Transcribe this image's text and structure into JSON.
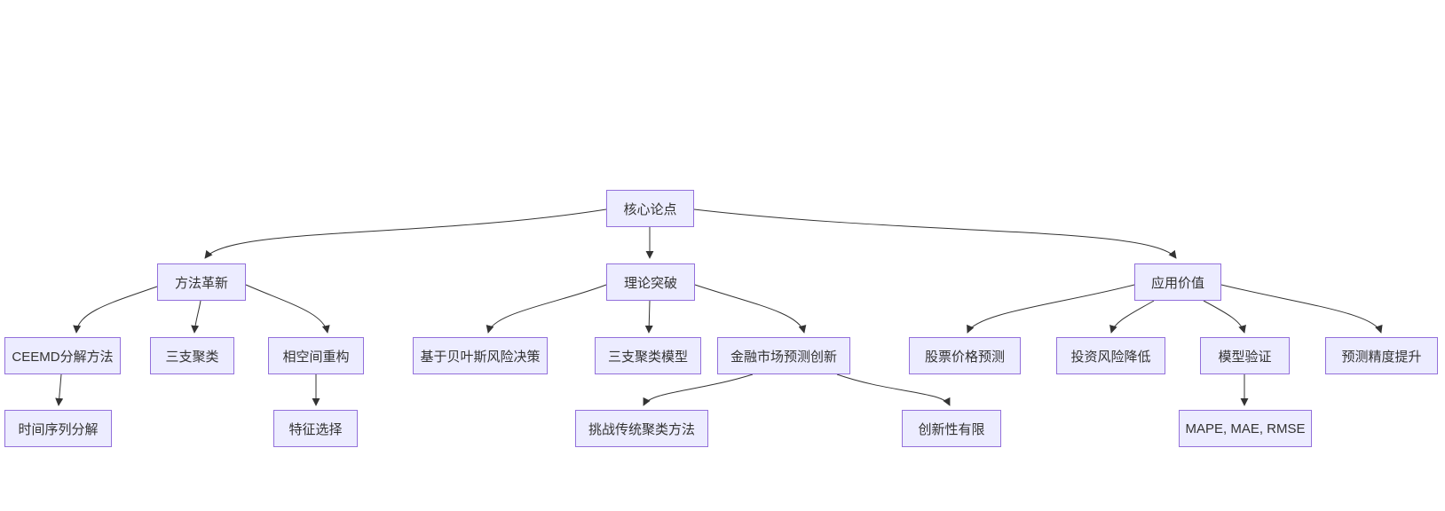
{
  "diagram": {
    "type": "flowchart",
    "direction": "top-down",
    "background_color": "#ffffff",
    "node_fill_color": "#ECECFF",
    "node_border_color": "#9370DB",
    "edge_color": "#333333",
    "text_color": "#333333",
    "nodes": [
      {
        "id": "core-thesis",
        "label": "核心论点"
      },
      {
        "id": "method-innovation",
        "label": "方法革新"
      },
      {
        "id": "theory-breakthrough",
        "label": "理论突破"
      },
      {
        "id": "application-value",
        "label": "应用价值"
      },
      {
        "id": "ceemd-decomposition",
        "label": "CEEMD分解方法"
      },
      {
        "id": "three-way-clustering",
        "label": "三支聚类"
      },
      {
        "id": "phase-space-reconstruction",
        "label": "相空间重构"
      },
      {
        "id": "bayesian-risk-decision",
        "label": "基于贝叶斯风险决策"
      },
      {
        "id": "three-way-clustering-model",
        "label": "三支聚类模型"
      },
      {
        "id": "financial-market-prediction-innovation",
        "label": "金融市场预测创新"
      },
      {
        "id": "stock-price-prediction",
        "label": "股票价格预测"
      },
      {
        "id": "investment-risk-reduction",
        "label": "投资风险降低"
      },
      {
        "id": "model-validation",
        "label": "模型验证"
      },
      {
        "id": "prediction-accuracy-improvement",
        "label": "预测精度提升"
      },
      {
        "id": "time-series-decomposition",
        "label": "时间序列分解"
      },
      {
        "id": "feature-selection",
        "label": "特征选择"
      },
      {
        "id": "challenge-traditional-clustering",
        "label": "挑战传统聚类方法"
      },
      {
        "id": "limited-innovation",
        "label": "创新性有限"
      },
      {
        "id": "evaluation-metrics",
        "label": "MAPE, MAE, RMSE"
      }
    ],
    "edges": [
      {
        "from": "core-thesis",
        "to": "method-innovation"
      },
      {
        "from": "core-thesis",
        "to": "theory-breakthrough"
      },
      {
        "from": "core-thesis",
        "to": "application-value"
      },
      {
        "from": "method-innovation",
        "to": "ceemd-decomposition"
      },
      {
        "from": "method-innovation",
        "to": "three-way-clustering"
      },
      {
        "from": "method-innovation",
        "to": "phase-space-reconstruction"
      },
      {
        "from": "theory-breakthrough",
        "to": "bayesian-risk-decision"
      },
      {
        "from": "theory-breakthrough",
        "to": "three-way-clustering-model"
      },
      {
        "from": "theory-breakthrough",
        "to": "financial-market-prediction-innovation"
      },
      {
        "from": "application-value",
        "to": "stock-price-prediction"
      },
      {
        "from": "application-value",
        "to": "investment-risk-reduction"
      },
      {
        "from": "application-value",
        "to": "model-validation"
      },
      {
        "from": "application-value",
        "to": "prediction-accuracy-improvement"
      },
      {
        "from": "ceemd-decomposition",
        "to": "time-series-decomposition"
      },
      {
        "from": "phase-space-reconstruction",
        "to": "feature-selection"
      },
      {
        "from": "financial-market-prediction-innovation",
        "to": "challenge-traditional-clustering"
      },
      {
        "from": "financial-market-prediction-innovation",
        "to": "limited-innovation"
      },
      {
        "from": "model-validation",
        "to": "evaluation-metrics"
      }
    ]
  }
}
